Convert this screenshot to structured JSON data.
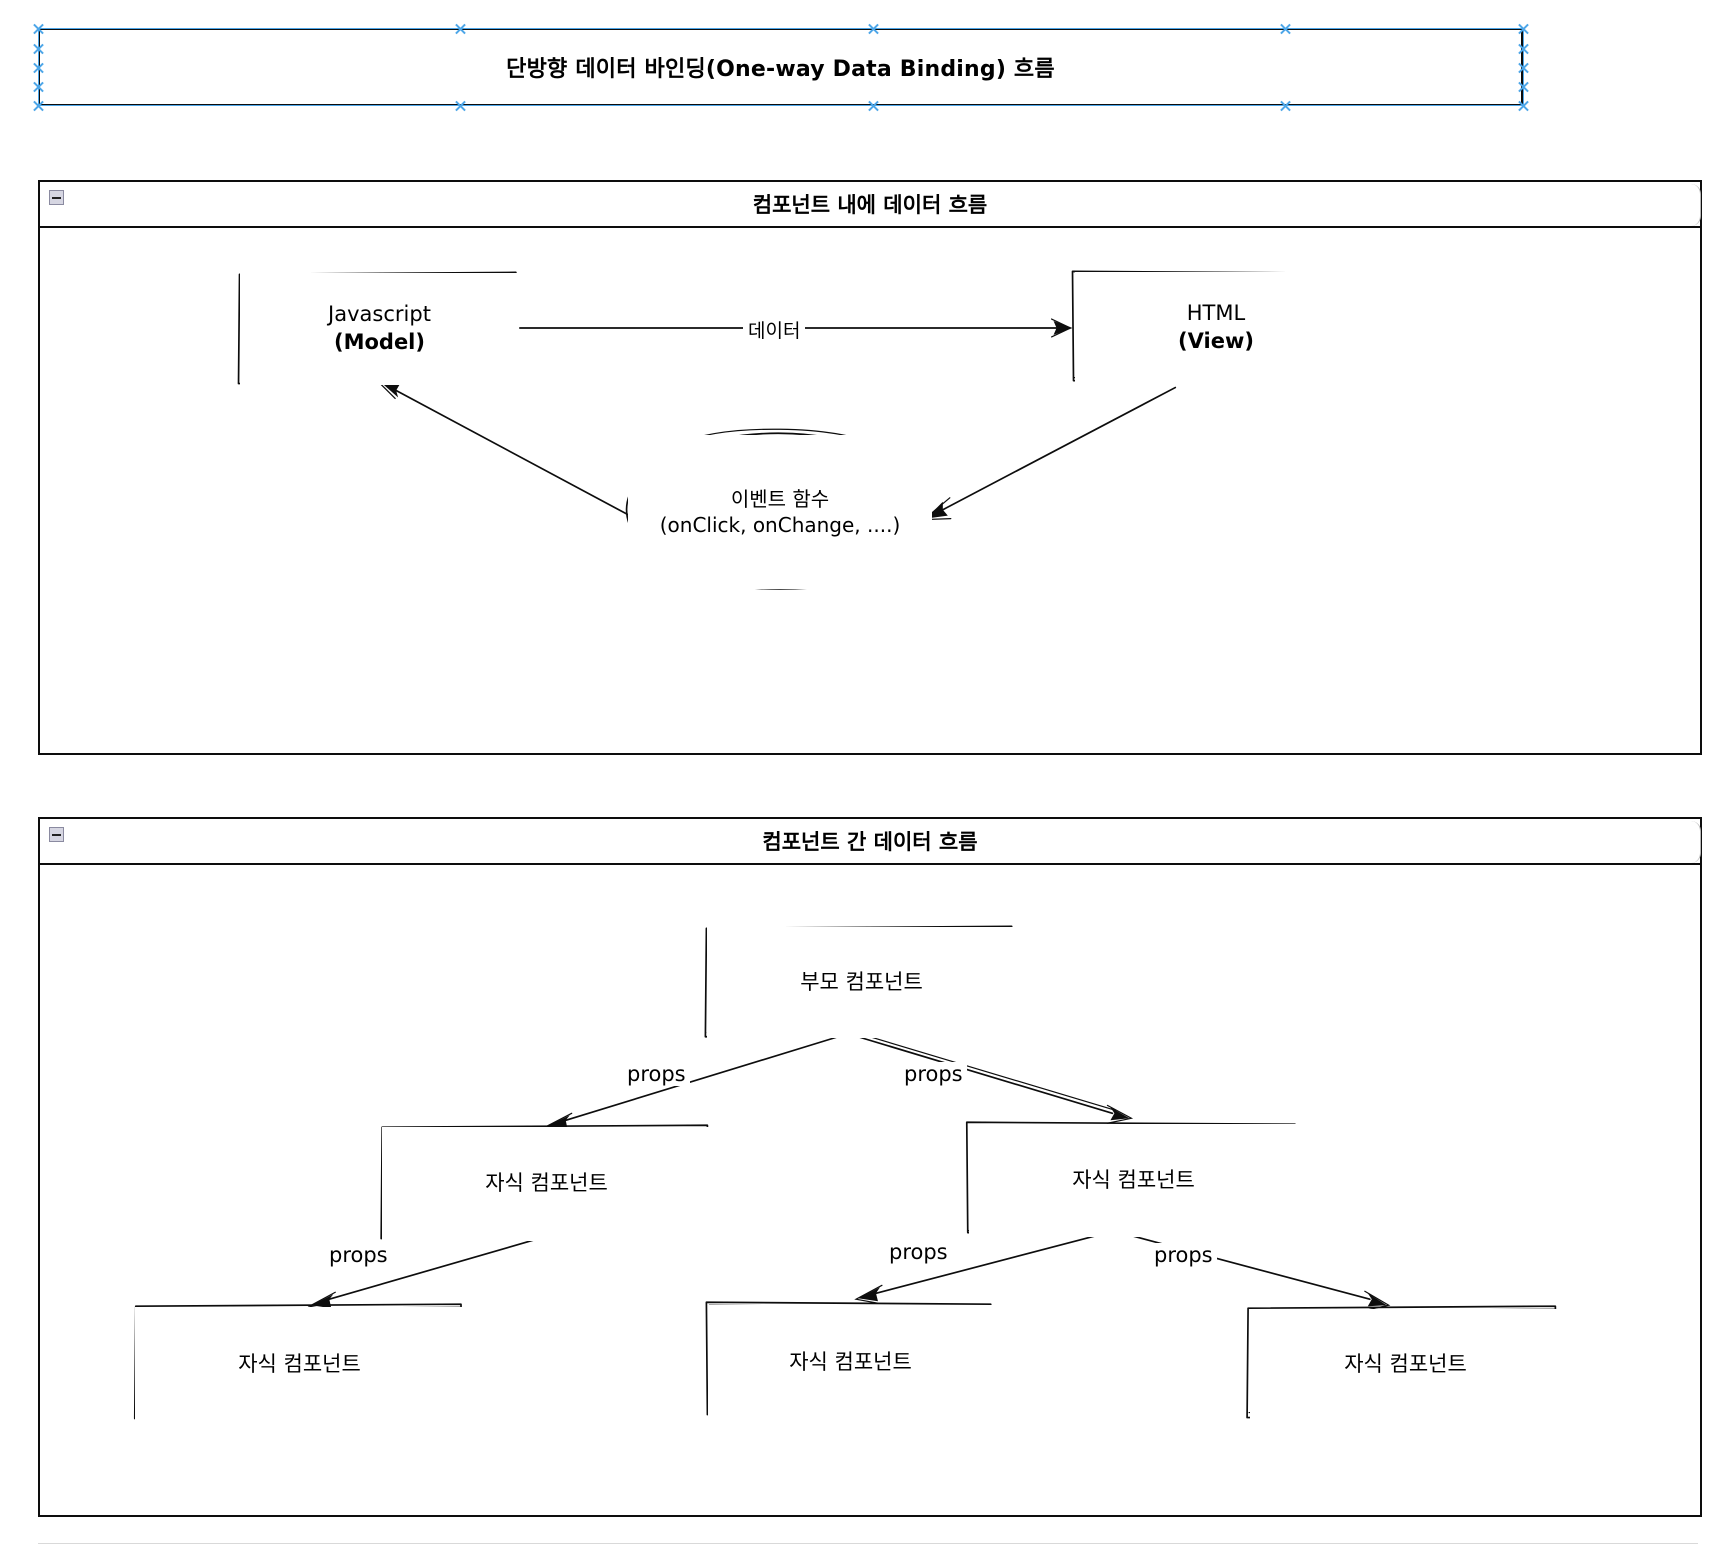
{
  "page": {
    "title": "단방향 데이터 바인딩(One-way Data Binding) 흐름"
  },
  "colors": {
    "stroke": "#0d0d0d",
    "background": "#ffffff",
    "selection_handle": "#4da6e8",
    "collapse_button_fill": "#d6d6e2"
  },
  "sections": [
    {
      "id": "intra-component",
      "header": "컴포넌트 내에 데이터 흐름",
      "collapse_icon": "minus-icon",
      "nodes": [
        {
          "id": "model",
          "line1": "Javascript",
          "line2": "(Model)",
          "shape": "rect"
        },
        {
          "id": "view",
          "line1": "HTML",
          "line2": "(View)",
          "shape": "rect"
        },
        {
          "id": "event",
          "line1": "이벤트 함수",
          "line2": "(onClick, onChange, ....)",
          "shape": "ellipse"
        }
      ],
      "edges": [
        {
          "from": "model",
          "to": "view",
          "label": "데이터"
        },
        {
          "from": "view",
          "to": "event",
          "label": ""
        },
        {
          "from": "event",
          "to": "model",
          "label": ""
        }
      ]
    },
    {
      "id": "inter-component",
      "header": "컴포넌트 간 데이터 흐름",
      "collapse_icon": "minus-icon",
      "nodes": [
        {
          "id": "parent",
          "label": "부모 컴포넌트"
        },
        {
          "id": "child-1",
          "label": "자식 컴포넌트"
        },
        {
          "id": "child-2",
          "label": "자식 컴포넌트"
        },
        {
          "id": "child-3",
          "label": "자식 컴포넌트"
        },
        {
          "id": "child-4",
          "label": "자식 컴포넌트"
        },
        {
          "id": "child-5",
          "label": "자식 컴포넌트"
        }
      ],
      "edges": [
        {
          "from": "parent",
          "to": "child-1",
          "label": "props"
        },
        {
          "from": "parent",
          "to": "child-2",
          "label": "props"
        },
        {
          "from": "child-1",
          "to": "child-3",
          "label": "props"
        },
        {
          "from": "child-2",
          "to": "child-4",
          "label": "props"
        },
        {
          "from": "child-2",
          "to": "child-5",
          "label": "props"
        }
      ]
    }
  ]
}
